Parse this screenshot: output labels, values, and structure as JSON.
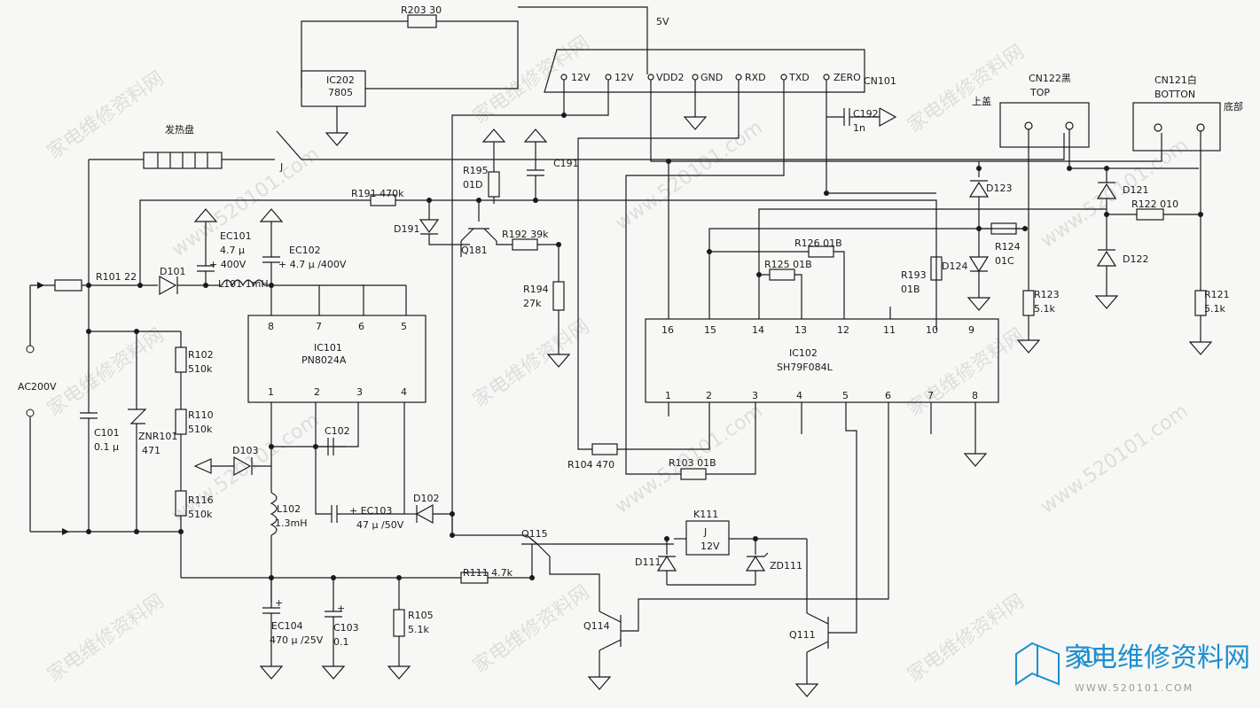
{
  "components": {
    "R203": {
      "ref": "R203",
      "val": "30"
    },
    "IC202": {
      "ref": "IC202",
      "val": "7805"
    },
    "V5": {
      "label": "5V"
    },
    "CN101": {
      "ref": "CN101",
      "pins": [
        "12V",
        "12V",
        "VDD2",
        "GND",
        "RXD",
        "TXD",
        "ZERO"
      ]
    },
    "heater": {
      "label": "发热盘"
    },
    "J": {
      "label": "J"
    },
    "C192": {
      "ref": "C192",
      "val": "1n"
    },
    "CN122": {
      "ref": "CN122黑",
      "sub": "TOP",
      "side": "上盖"
    },
    "CN121": {
      "ref": "CN121白",
      "sub": "BOTTON",
      "side": "底部"
    },
    "R195": {
      "ref": "R195",
      "val": "01D"
    },
    "C191": {
      "ref": "C191"
    },
    "R191": {
      "ref": "R191",
      "val": "470k"
    },
    "D191": {
      "ref": "D191"
    },
    "Q181": {
      "ref": "Q181"
    },
    "R192": {
      "ref": "R192",
      "val": "39k"
    },
    "R194": {
      "ref": "R194",
      "val": "27k"
    },
    "EC101": {
      "ref": "EC101",
      "val": "4.7 μ",
      "val2": "400V"
    },
    "EC102": {
      "ref": "EC102",
      "val": "4.7 μ /400V"
    },
    "R101": {
      "ref": "R101",
      "val": "22"
    },
    "D101": {
      "ref": "D101"
    },
    "L101": {
      "ref": "L101",
      "val": "1mH"
    },
    "IC101": {
      "ref": "IC101",
      "part": "PN8024A",
      "top_pins": [
        "8",
        "7",
        "6",
        "5"
      ],
      "bot_pins": [
        "1",
        "2",
        "3",
        "4"
      ]
    },
    "IC102": {
      "ref": "IC102",
      "part": "SH79F084L",
      "top_pins": [
        "16",
        "15",
        "14",
        "13",
        "12",
        "11",
        "10",
        "9"
      ],
      "bot_pins": [
        "1",
        "2",
        "3",
        "4",
        "5",
        "6",
        "7",
        "8"
      ]
    },
    "D123": {
      "ref": "D123"
    },
    "D121": {
      "ref": "D121"
    },
    "R122": {
      "ref": "R122",
      "val": "010"
    },
    "R124": {
      "ref": "R124",
      "val": "01C"
    },
    "D122": {
      "ref": "D122"
    },
    "D124": {
      "ref": "D124"
    },
    "R126": {
      "ref": "R126",
      "val": "01B"
    },
    "R125": {
      "ref": "R125",
      "val": "01B"
    },
    "R193": {
      "ref": "R193",
      "val": "01B"
    },
    "R123": {
      "ref": "R123",
      "val": "5.1k"
    },
    "R121": {
      "ref": "R121",
      "val": "5.1k"
    },
    "AC": {
      "label": "AC200V"
    },
    "R102": {
      "ref": "R102",
      "val": "510k"
    },
    "R110": {
      "ref": "R110",
      "val": "510k"
    },
    "R116": {
      "ref": "R116",
      "val": "510k"
    },
    "C101": {
      "ref": "C101",
      "val": "0.1 μ"
    },
    "ZNR101": {
      "ref": "ZNR101",
      "val": "471"
    },
    "C102": {
      "ref": "C102"
    },
    "D103": {
      "ref": "D103"
    },
    "L102": {
      "ref": "L102",
      "val": "1.3mH"
    },
    "EC103": {
      "ref": "EC103",
      "val": "47 μ /50V"
    },
    "D102": {
      "ref": "D102"
    },
    "R104": {
      "ref": "R104",
      "val": "470"
    },
    "R103": {
      "ref": "R103",
      "val": "01B"
    },
    "K111": {
      "ref": "K111",
      "j": "J",
      "val": "12V"
    },
    "Q115": {
      "ref": "Q115"
    },
    "D111": {
      "ref": "D111"
    },
    "ZD111": {
      "ref": "ZD111"
    },
    "R111": {
      "ref": "R111",
      "val": "4.7k"
    },
    "EC104": {
      "ref": "EC104",
      "val": "470 μ /25V"
    },
    "C103": {
      "ref": "C103",
      "val": "0.1"
    },
    "R105": {
      "ref": "R105",
      "val": "5.1k"
    },
    "Q114": {
      "ref": "Q114"
    },
    "Q111": {
      "ref": "Q111"
    }
  },
  "watermark": {
    "text_cn": "家电维修资料网",
    "text_url": "www.520101.com"
  },
  "logo": {
    "badge": "①",
    "title": "家电维修资料网",
    "url": "WWW.520101.COM"
  }
}
